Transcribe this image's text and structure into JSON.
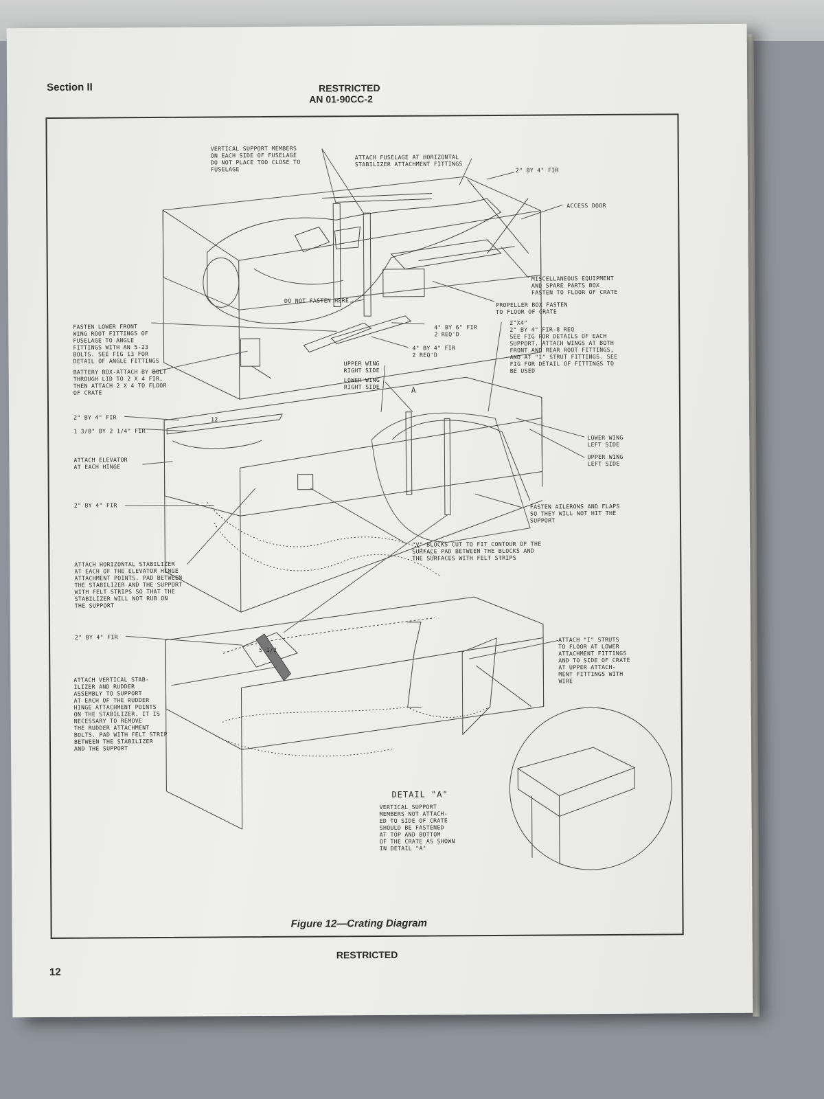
{
  "header": {
    "section": "Section II",
    "classification": "RESTRICTED",
    "doc_number": "AN 01-90CC-2"
  },
  "figure": {
    "caption": "Figure 12—Crating Diagram",
    "labels": {
      "vertical_support": "VERTICAL SUPPORT MEMBERS\nON EACH SIDE OF FUSELAGE\nDO NOT PLACE TOO CLOSE TO\nFUSELAGE",
      "attach_fuselage": "ATTACH FUSELAGE AT HORIZONTAL\nSTABILIZER ATTACHMENT FITTINGS",
      "fir_2x4_top": "2\" BY 4\" FIR",
      "access_door": "ACCESS DOOR",
      "misc_equipment": "MISCELLANEOUS EQUIPMENT\nAND SPARE PARTS BOX\nFASTEN TO FLOOR OF CRATE",
      "do_not_fasten": "DO NOT FASTEN HERE",
      "propeller_box": "PROPELLER BOX FASTEN\nTO FLOOR OF CRATE",
      "fasten_lower_front": "FASTEN LOWER FRONT\nWING ROOT FITTINGS OF\nFUSELAGE TO ANGLE\nFITTINGS WITH AN 5-23\nBOLTS. SEE FIG 13 FOR\nDETAIL OF ANGLE FITTINGS",
      "fir_4x6": "4\" BY 6\" FIR\n2 REQ'D",
      "fir_4x4": "4\" BY 4\" FIR\n2 REQ'D",
      "fir_2x4_8req": "2\"x4\"\n2\" BY 4\" FIR-8 REQ\nSEE FIG   FOR DETAILS OF EACH\nSUPPORT. ATTACH WINGS AT BOTH\nFRONT AND REAR ROOT FITTINGS,\nAND AT \"I\" STRUT FITTINGS. SEE\nFIG   FOR DETAIL OF FITTINGS TO\nBE USED",
      "battery_box": "BATTERY BOX-ATTACH BY BOLT\nTHROUGH LID TO 2 X 4 FIR,\nTHEN ATTACH 2 X 4 TO FLOOR\nOF CRATE",
      "upper_wing_right": "UPPER WING\nRIGHT SIDE",
      "lower_wing_right": "LOWER WING\nRIGHT SIDE",
      "detail_a_marker": "A",
      "fir_2x4_mid1": "2\" BY 4\" FIR",
      "dim_12": "12",
      "fir_1_3_8": "1 3/8\" BY 2 1/4\" FIR",
      "attach_elevator": "ATTACH ELEVATOR\nAT EACH HINGE",
      "lower_wing_left": "LOWER WING\nLEFT SIDE",
      "upper_wing_left": "UPPER WING\nLEFT SIDE",
      "fir_2x4_mid2": "2\" BY 4\" FIR",
      "fasten_ailerons": "FASTEN AILERONS AND FLAPS\nSO THEY WILL NOT HIT THE\nSUPPORT",
      "v_blocks": "\"V\" BLOCKS CUT TO FIT CONTOUR OF THE\nSURFACE PAD BETWEEN THE BLOCKS AND\nTHE SURFACES WITH FELT STRIPS",
      "attach_horizontal": "ATTACH HORIZONTAL STABILIZER\nAT EACH OF THE ELEVATOR HINGE\nATTACHMENT POINTS. PAD BETWEEN\nTHE STABILIZER AND THE SUPPORT\nWITH FELT STRIPS SO THAT THE\nSTABILIZER WILL NOT RUB ON\nTHE SUPPORT",
      "fir_2x4_bottom": "2\" BY 4\" FIR",
      "dim_5": "5 1/2",
      "attach_i_struts": "ATTACH \"I\" STRUTS\nTO FLOOR AT LOWER\nATTACHMENT FITTINGS\nAND TO SIDE OF CRATE\nAT UPPER ATTACH-\nMENT FITTINGS WITH\nWIRE",
      "attach_vertical_stab": "ATTACH VERTICAL STAB-\nILIZER AND RUDDER\nASSEMBLY TO SUPPORT\nAT EACH OF THE RUDDER\nHINGE ATTACHMENT POINTS\nON THE STABILIZER. IT IS\nNECESSARY TO REMOVE\nTHE RUDDER ATTACHMENT\nBOLTS. PAD WITH FELT STRIP\nBETWEEN THE STABILIZER\nAND THE SUPPORT",
      "detail_a_title": "DETAIL \"A\"",
      "detail_a_text": "VERTICAL SUPPORT\nMEMBERS NOT ATTACH-\nED TO SIDE OF CRATE\nSHOULD BE FASTENED\nAT TOP AND BOTTOM\nOF THE CRATE AS SHOWN\nIN DETAIL \"A\""
    }
  },
  "footer": {
    "classification": "RESTRICTED",
    "page_number": "12"
  }
}
